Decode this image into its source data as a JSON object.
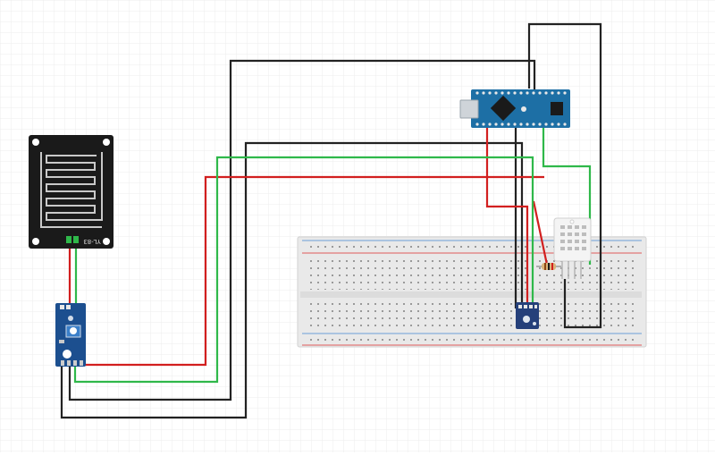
{
  "colors": {
    "background": "#ffffff",
    "grid": "#ececec",
    "wire_black": "#222222",
    "wire_red": "#d21f1f",
    "wire_green": "#2fb84a",
    "arduino_board": "#1d6fa5",
    "sensor_module": "#1c4f8f",
    "breadboard": "#e9e9e9",
    "rain_plate": "#1a1a1a"
  },
  "components": {
    "rain_sensor_plate": {
      "label": "YL-83",
      "icon": "rain-sensor-plate"
    },
    "rain_sensor_module": {
      "icon": "comparator-module"
    },
    "arduino_nano": {
      "icon": "arduino-nano-board"
    },
    "breadboard": {
      "icon": "half-size-breadboard"
    },
    "pressure_sensor": {
      "icon": "small-sensor-breakout"
    },
    "dht_sensor": {
      "icon": "dht22-sensor"
    },
    "resistor": {
      "icon": "resistor"
    }
  }
}
